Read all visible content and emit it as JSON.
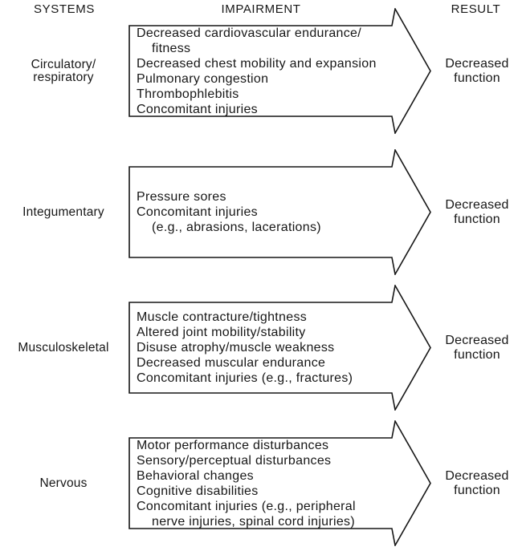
{
  "headers": {
    "systems": "SYSTEMS",
    "impairment": "IMPAIRMENT",
    "result": "RESULT"
  },
  "colors": {
    "ink": "#171717",
    "arrow_fill": "#ffffff"
  },
  "rows": [
    {
      "system_lines": [
        "Circulatory/",
        "respiratory"
      ],
      "impairments": [
        {
          "text": "Decreased cardiovascular endurance/",
          "indent": false
        },
        {
          "text": "fitness",
          "indent": true
        },
        {
          "text": "Decreased chest mobility and expansion",
          "indent": false
        },
        {
          "text": "Pulmonary congestion",
          "indent": false
        },
        {
          "text": "Thrombophlebitis",
          "indent": false
        },
        {
          "text": "Concomitant injuries",
          "indent": false
        }
      ],
      "result_lines": [
        "Decreased",
        "function"
      ]
    },
    {
      "system_lines": [
        "Integumentary"
      ],
      "impairments": [
        {
          "text": "Pressure sores",
          "indent": false
        },
        {
          "text": "Concomitant injuries",
          "indent": false
        },
        {
          "text": "(e.g., abrasions, lacerations)",
          "indent": true
        }
      ],
      "result_lines": [
        "Decreased",
        "function"
      ]
    },
    {
      "system_lines": [
        "Musculoskeletal"
      ],
      "impairments": [
        {
          "text": "Muscle contracture/tightness",
          "indent": false
        },
        {
          "text": "Altered joint mobility/stability",
          "indent": false
        },
        {
          "text": "Disuse atrophy/muscle weakness",
          "indent": false
        },
        {
          "text": "Decreased muscular endurance",
          "indent": false
        },
        {
          "text": "Concomitant injuries (e.g., fractures)",
          "indent": false
        }
      ],
      "result_lines": [
        "Decreased",
        "function"
      ]
    },
    {
      "system_lines": [
        "Nervous"
      ],
      "impairments": [
        {
          "text": "Motor performance disturbances",
          "indent": false
        },
        {
          "text": "Sensory/perceptual disturbances",
          "indent": false
        },
        {
          "text": "Behavioral changes",
          "indent": false
        },
        {
          "text": "Cognitive disabilities",
          "indent": false
        },
        {
          "text": "Concomitant injuries (e.g., peripheral",
          "indent": false
        },
        {
          "text": "nerve injuries, spinal cord injuries)",
          "indent": true
        }
      ],
      "result_lines": [
        "Decreased",
        "function"
      ]
    }
  ]
}
